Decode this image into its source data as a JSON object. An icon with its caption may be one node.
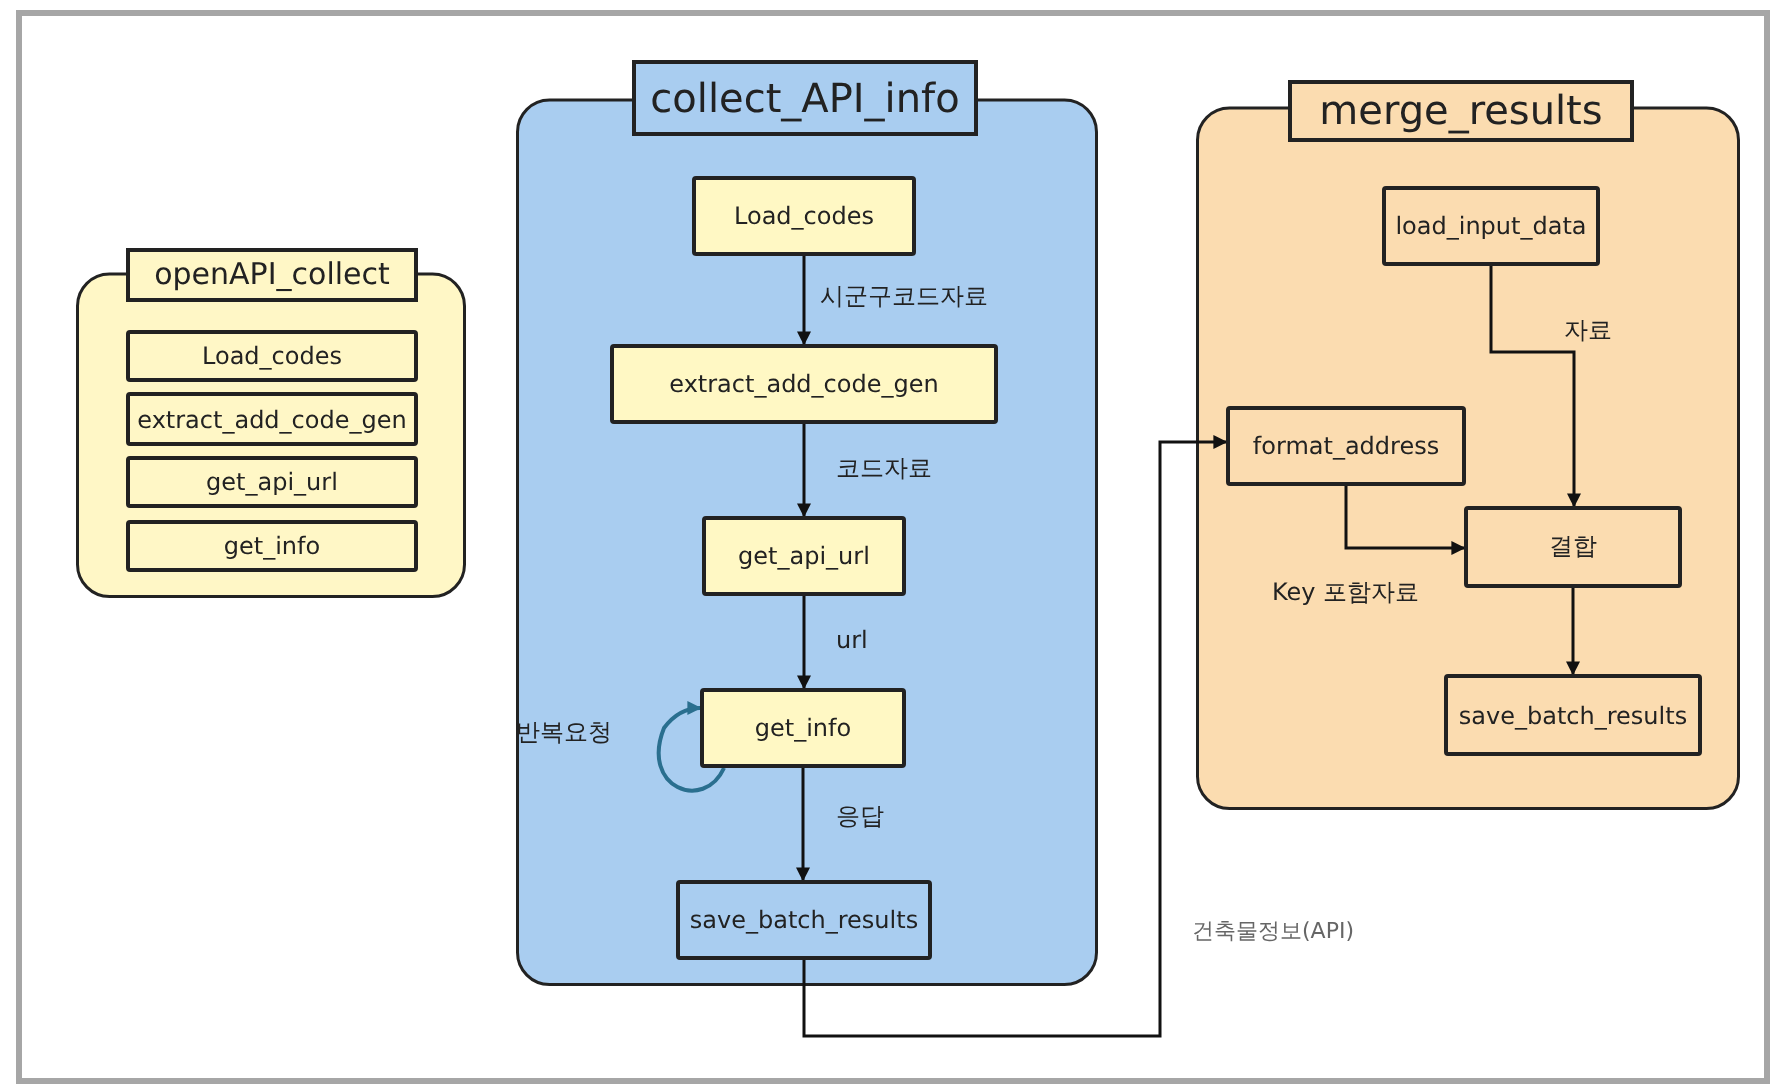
{
  "diagram": {
    "nodes": [
      {
        "text": [
          "openAPI_collect"
        ]
      },
      {
        "text": [
          "Load_codes"
        ],
        "in": 0
      },
      {
        "text": [
          "extract_add_code_gen"
        ],
        "in": 0
      },
      {
        "text": [
          "get_api_url"
        ],
        "in": 0
      },
      {
        "text": [
          "get_info"
        ],
        "in": 0
      },
      {
        "text": [
          "collect_API_info"
        ]
      },
      {
        "text": [
          "Load_codes"
        ],
        "in": 5
      },
      {
        "text": [
          "extract_add_code_gen"
        ],
        "in": 5
      },
      {
        "text": [
          "get_api_url"
        ],
        "in": 5
      },
      {
        "text": [
          "get_info"
        ],
        "in": 5
      },
      {
        "text": [
          "save_batch_results"
        ],
        "in": 5
      },
      {
        "text": [
          "merge_results"
        ]
      },
      {
        "text": [
          "load_input_data"
        ],
        "in": 11
      },
      {
        "text": [
          "format_address"
        ],
        "in": 11
      },
      {
        "text": [
          "결합"
        ],
        "in": 11
      },
      {
        "text": [
          "save_batch_results"
        ],
        "in": 11
      }
    ],
    "edges": [
      {
        "from": 6,
        "to": 7,
        "arrow": "to",
        "label": "시군구코드자료"
      },
      {
        "from": 7,
        "to": 8,
        "arrow": "to",
        "label": "코드자료"
      },
      {
        "from": 8,
        "to": 9,
        "arrow": "to",
        "label": "url"
      },
      {
        "from": 9,
        "to": 9,
        "arrow": "to",
        "label": "반복요청",
        "color": "#2a6f8f"
      },
      {
        "from": 9,
        "to": 10,
        "arrow": "to",
        "label": "응답"
      },
      {
        "from": 10,
        "to": 13,
        "arrow": "to",
        "label": "건축물정보(API)"
      },
      {
        "from": 12,
        "to": 14,
        "arrow": "to",
        "label": "자료"
      },
      {
        "from": 13,
        "to": 14,
        "arrow": "to",
        "label": "Key 포함자료"
      },
      {
        "from": 14,
        "to": 15,
        "arrow": "to"
      }
    ]
  }
}
